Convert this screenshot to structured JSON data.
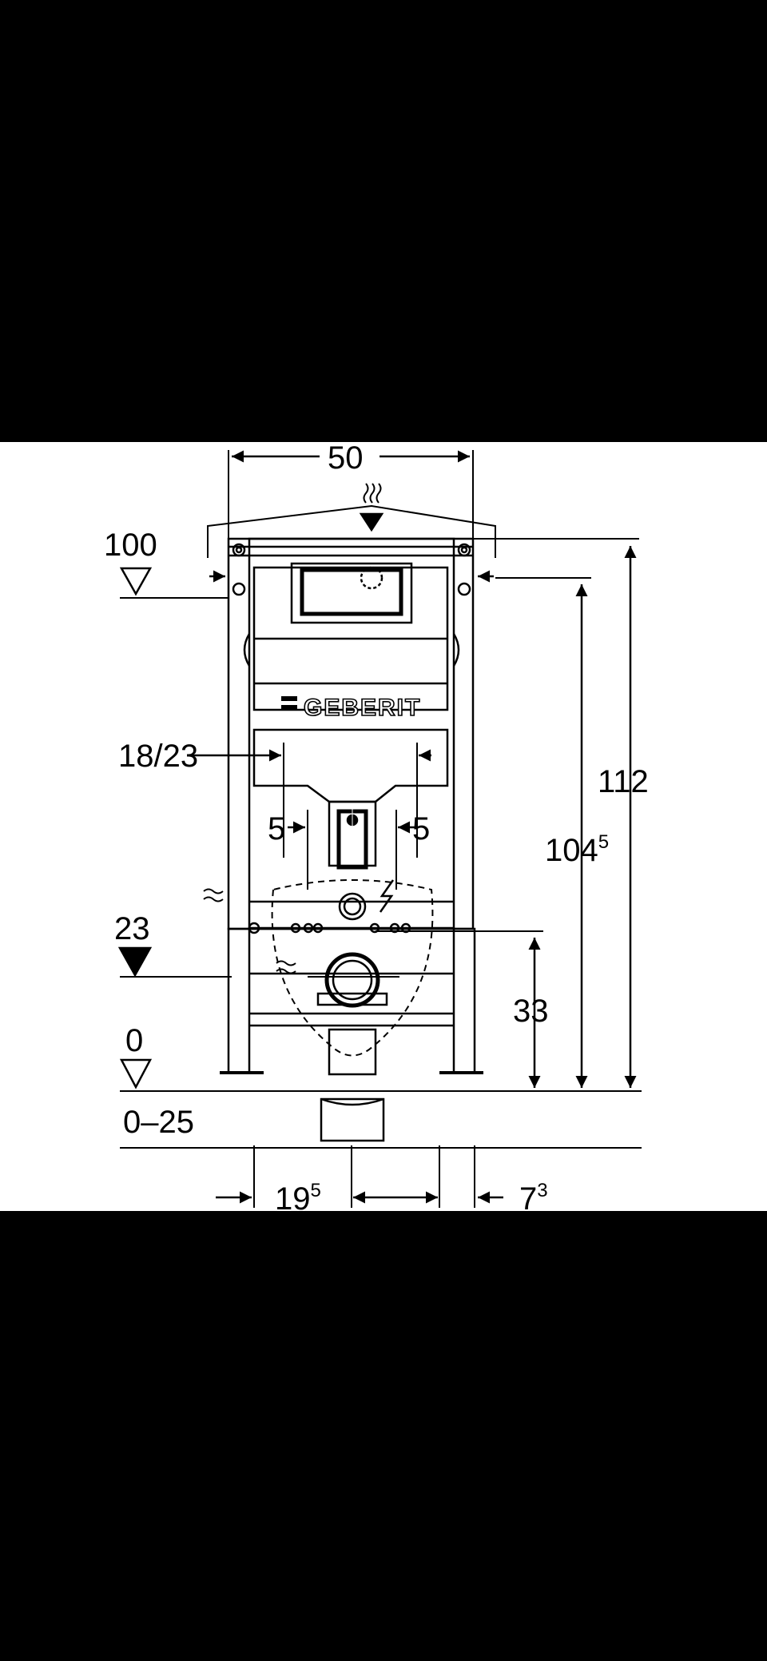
{
  "drawing": {
    "brand": "GEBERIT",
    "dimensions": {
      "width_top": "50",
      "height_total": "112",
      "height_inner": "104",
      "height_inner_sup": "5",
      "level_top": "100",
      "level_flush": "18/23",
      "side_left": "5",
      "side_right": "5",
      "level_drain": "23",
      "drain_height": "33",
      "level_floor": "0",
      "floor_range": "0–25",
      "bottom_left": "19",
      "bottom_left_sup": "5",
      "bottom_right": "7",
      "bottom_right_sup": "3"
    }
  }
}
